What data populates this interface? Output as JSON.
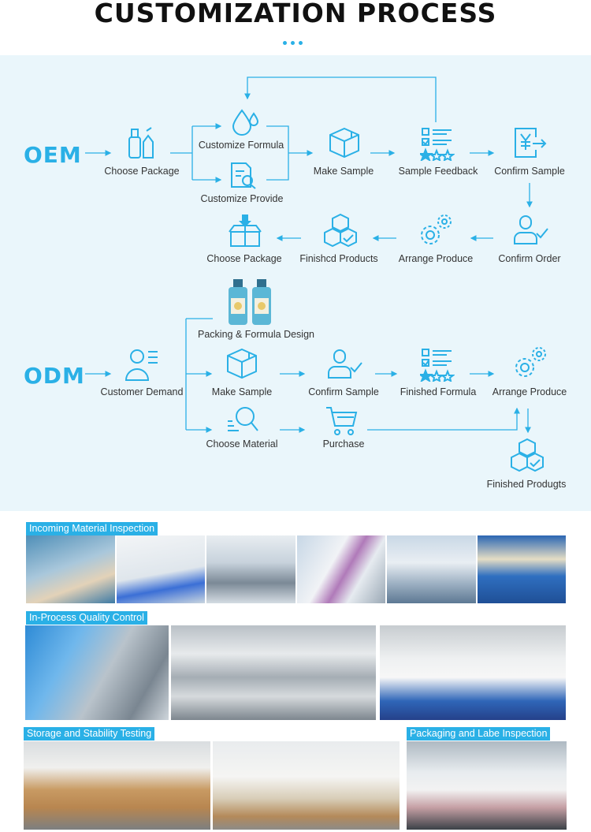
{
  "header": {
    "title": "CUSTOMIZATION PROCESS"
  },
  "oem": {
    "label": "OEM",
    "steps": {
      "choose_package": "Choose Package",
      "customize_formula": "Customize Formula",
      "customize_provide": "Customize Provide",
      "make_sample": "Make Sample",
      "sample_feedback": "Sample Feedback",
      "confirm_sample": "Confirm Sample",
      "confirm_order": "Confirm Order",
      "arrange_produce": "Arrange Produce",
      "finished_products": "Finishcd Products",
      "choose_package_2": "Choose Package"
    }
  },
  "odm": {
    "label": "ODM",
    "steps": {
      "packing_design": "Packing & Formula Design",
      "customer_demand": "Customer Demand",
      "make_sample": "Make Sample",
      "confirm_sample": "Confirm Sample",
      "finished_formula": "Finished Formula",
      "arrange_produce": "Arrange Produce",
      "choose_material": "Choose Material",
      "purchase": "Purchase",
      "finished_products": "Finished Produgts"
    }
  },
  "gallery": {
    "incoming": "Incoming Material Inspection",
    "inprocess": "In-Process Quality Control",
    "storage": "Storage and Stability Testing",
    "packaging": "Packaging and Labe Inspection"
  },
  "colors": {
    "accent": "#2ab0e6",
    "panel": "#eaf6fb"
  }
}
